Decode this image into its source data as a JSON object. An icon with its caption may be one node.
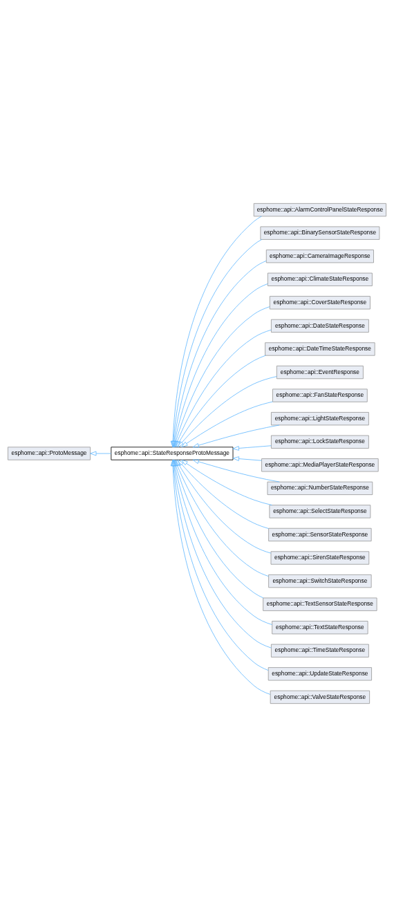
{
  "diagram": {
    "nodes": [
      {
        "text": [
          "esphome::api::ProtoMessage"
        ]
      },
      {
        "text": [
          "esphome::api::StateResponseProtoMessage"
        ]
      },
      {
        "text": [
          "esphome::api::AlarmControlPanelStateResponse"
        ]
      },
      {
        "text": [
          "esphome::api::BinarySensorStateResponse"
        ]
      },
      {
        "text": [
          "esphome::api::CameraImageResponse"
        ]
      },
      {
        "text": [
          "esphome::api::ClimateStateResponse"
        ]
      },
      {
        "text": [
          "esphome::api::CoverStateResponse"
        ]
      },
      {
        "text": [
          "esphome::api::DateStateResponse"
        ]
      },
      {
        "text": [
          "esphome::api::DateTimeStateResponse"
        ]
      },
      {
        "text": [
          "esphome::api::EventResponse"
        ]
      },
      {
        "text": [
          "esphome::api::FanStateResponse"
        ]
      },
      {
        "text": [
          "esphome::api::LightStateResponse"
        ]
      },
      {
        "text": [
          "esphome::api::LockStateResponse"
        ]
      },
      {
        "text": [
          "esphome::api::MediaPlayerStateResponse"
        ]
      },
      {
        "text": [
          "esphome::api::NumberStateResponse"
        ]
      },
      {
        "text": [
          "esphome::api::SelectStateResponse"
        ]
      },
      {
        "text": [
          "esphome::api::SensorStateResponse"
        ]
      },
      {
        "text": [
          "esphome::api::SirenStateResponse"
        ]
      },
      {
        "text": [
          "esphome::api::SwitchStateResponse"
        ]
      },
      {
        "text": [
          "esphome::api::TextSensorStateResponse"
        ]
      },
      {
        "text": [
          "esphome::api::TextStateResponse"
        ]
      },
      {
        "text": [
          "esphome::api::TimeStateResponse"
        ]
      },
      {
        "text": [
          "esphome::api::UpdateStateResponse"
        ]
      },
      {
        "text": [
          "esphome::api::ValveStateResponse"
        ]
      }
    ],
    "edges": [
      {
        "from": 1,
        "to": 0,
        "arrow": "to"
      },
      {
        "from": 2,
        "to": 1,
        "arrow": "to"
      },
      {
        "from": 3,
        "to": 1,
        "arrow": "to"
      },
      {
        "from": 4,
        "to": 1,
        "arrow": "to"
      },
      {
        "from": 5,
        "to": 1,
        "arrow": "to"
      },
      {
        "from": 6,
        "to": 1,
        "arrow": "to"
      },
      {
        "from": 7,
        "to": 1,
        "arrow": "to"
      },
      {
        "from": 8,
        "to": 1,
        "arrow": "to"
      },
      {
        "from": 9,
        "to": 1,
        "arrow": "to"
      },
      {
        "from": 10,
        "to": 1,
        "arrow": "to"
      },
      {
        "from": 11,
        "to": 1,
        "arrow": "to"
      },
      {
        "from": 12,
        "to": 1,
        "arrow": "to"
      },
      {
        "from": 13,
        "to": 1,
        "arrow": "to"
      },
      {
        "from": 14,
        "to": 1,
        "arrow": "to"
      },
      {
        "from": 15,
        "to": 1,
        "arrow": "to"
      },
      {
        "from": 16,
        "to": 1,
        "arrow": "to"
      },
      {
        "from": 17,
        "to": 1,
        "arrow": "to"
      },
      {
        "from": 18,
        "to": 1,
        "arrow": "to"
      },
      {
        "from": 19,
        "to": 1,
        "arrow": "to"
      },
      {
        "from": 20,
        "to": 1,
        "arrow": "to"
      },
      {
        "from": 21,
        "to": 1,
        "arrow": "to"
      },
      {
        "from": 22,
        "to": 1,
        "arrow": "to"
      },
      {
        "from": 23,
        "to": 1,
        "arrow": "to"
      }
    ]
  }
}
